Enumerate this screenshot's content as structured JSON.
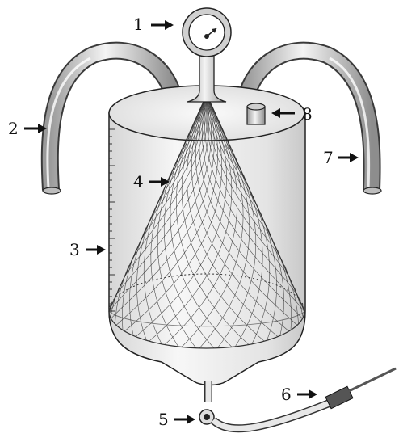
{
  "diagram": {
    "labels": [
      {
        "id": "1",
        "text": "1"
      },
      {
        "id": "2",
        "text": "2"
      },
      {
        "id": "3",
        "text": "3"
      },
      {
        "id": "4",
        "text": "4"
      },
      {
        "id": "5",
        "text": "5"
      },
      {
        "id": "6",
        "text": "6"
      },
      {
        "id": "7",
        "text": "7"
      },
      {
        "id": "8",
        "text": "8"
      }
    ],
    "icons": {
      "arrow": "arrow-right-icon",
      "gauge": "pressure-gauge-icon"
    },
    "colors": {
      "stroke": "#222222",
      "tube_fill": "#d4d4d4",
      "body_fill": "#ececec",
      "mesh": "#333333"
    }
  }
}
